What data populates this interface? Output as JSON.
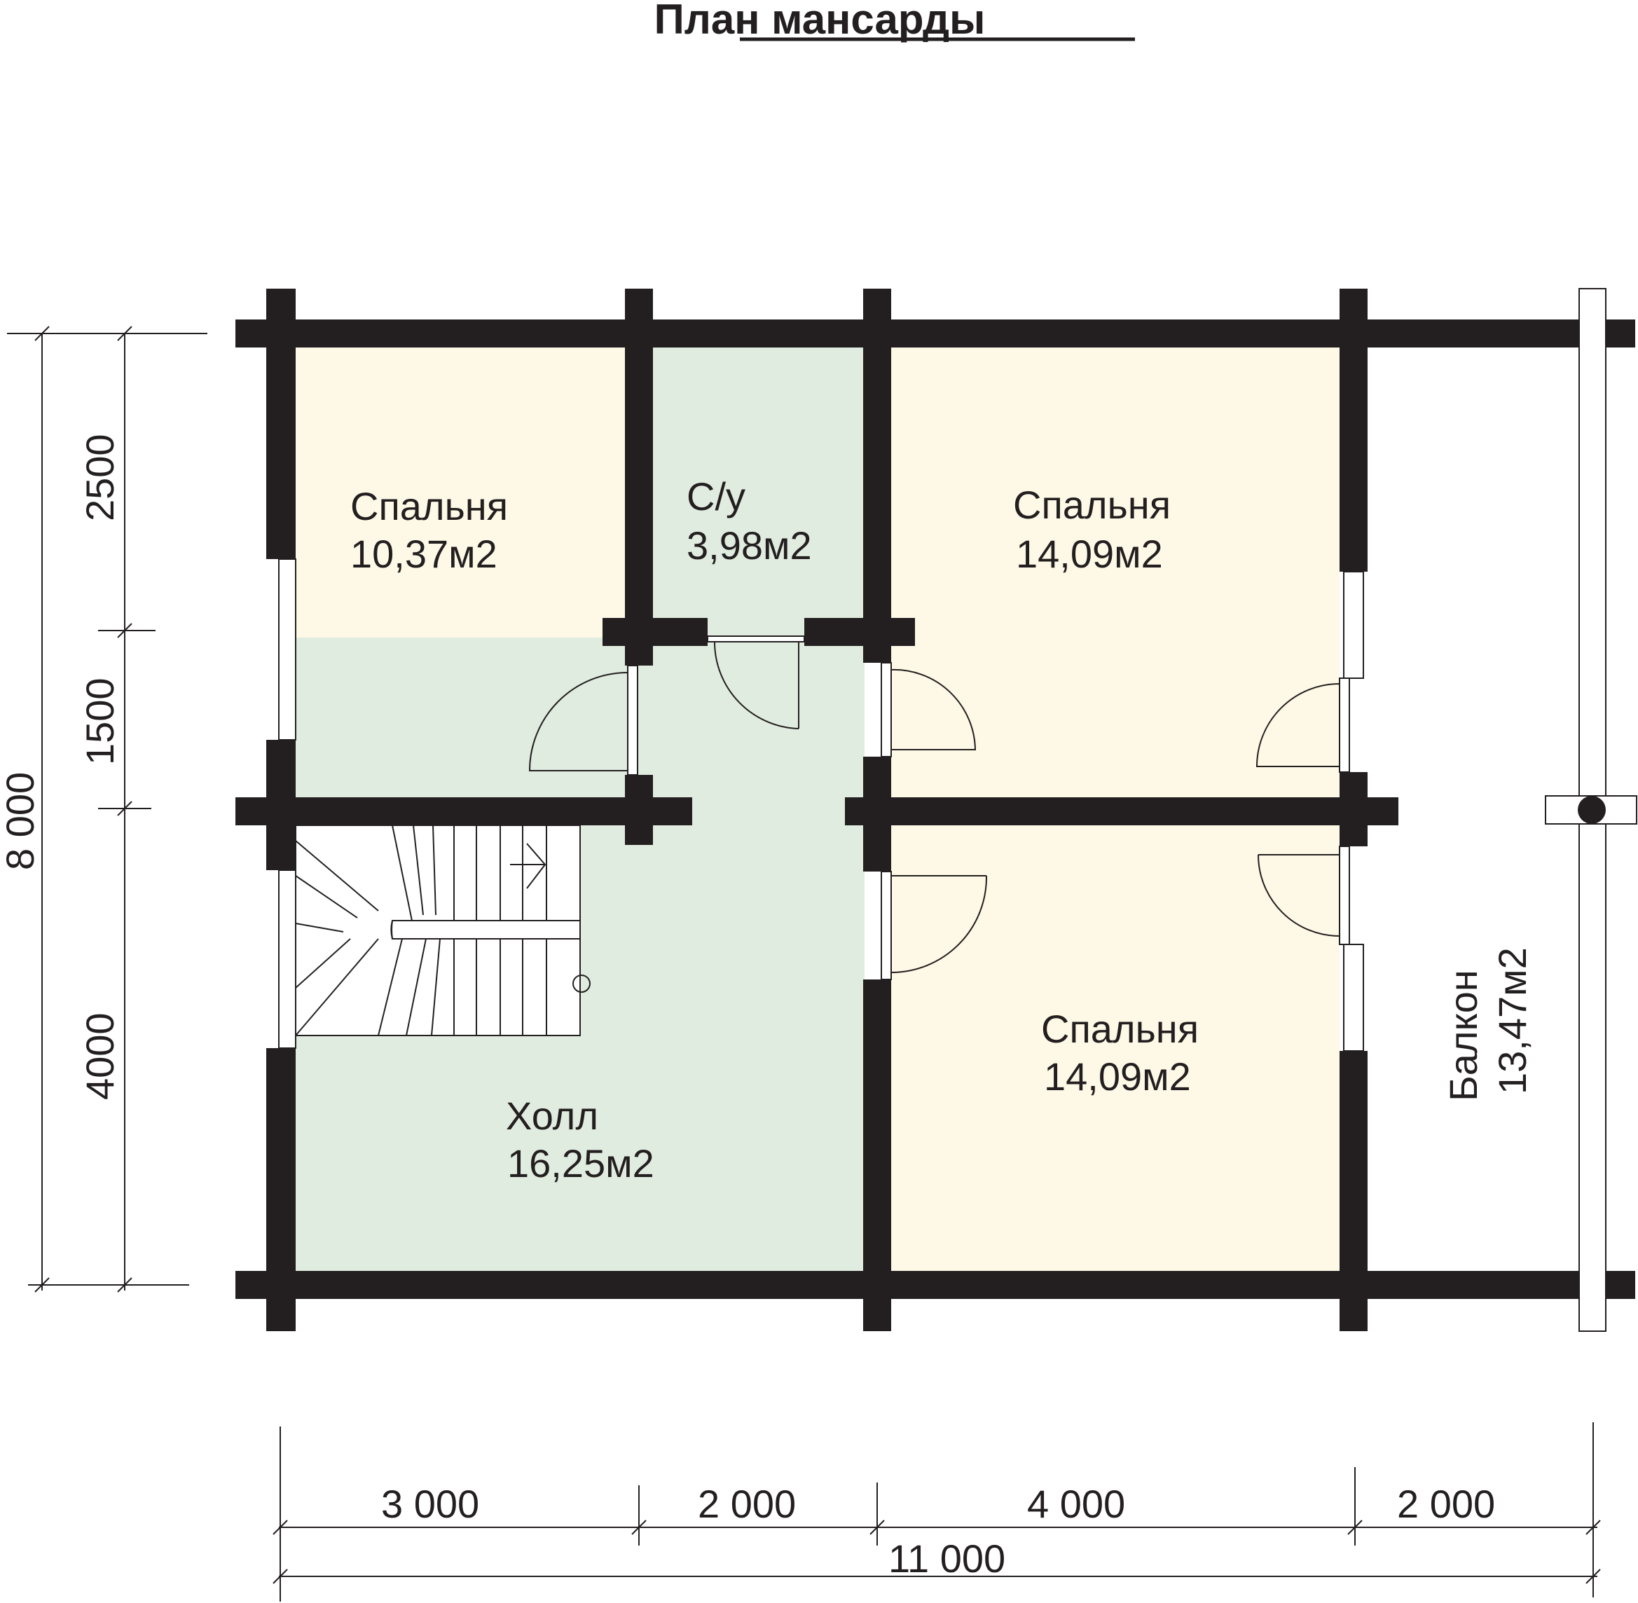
{
  "title": "План мансарды",
  "colors": {
    "wall": "#231f20",
    "bedroom_fill": "#fdf9e6",
    "hall_fill": "#e1ece0",
    "balcony_fill": "#ffffff"
  },
  "rooms": {
    "bedroom_1": {
      "name": "Спальня",
      "area": "10,37м2"
    },
    "bathroom": {
      "name": "С/у",
      "area": "3,98м2"
    },
    "bedroom_2": {
      "name": "Спальня",
      "area": "14,09м2"
    },
    "bedroom_3": {
      "name": "Спальня",
      "area": "14,09м2"
    },
    "hall": {
      "name": "Холл",
      "area": "16,25м2"
    },
    "balcony": {
      "name": "Балкон",
      "area": "13,47м2"
    }
  },
  "dimensions": {
    "horizontal": [
      "3 000",
      "2 000",
      "4 000",
      "2 000"
    ],
    "horizontal_total": "11 000",
    "vertical": [
      "2500",
      "1500",
      "4000"
    ],
    "vertical_total": "8 000"
  }
}
